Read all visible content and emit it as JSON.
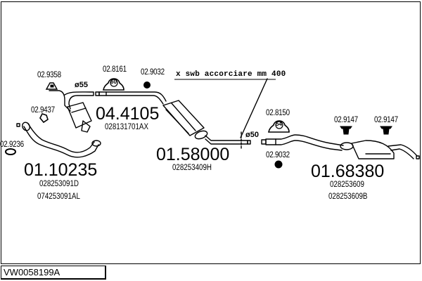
{
  "diagram": {
    "code": "VW0058199A",
    "main_parts": [
      {
        "id": "front_pipe",
        "part_number": "01.10235",
        "oem": [
          "028253091D",
          "074253091AL"
        ]
      },
      {
        "id": "catalyst",
        "part_number": "04.4105",
        "oem": [
          "028131701AX"
        ]
      },
      {
        "id": "middle_silencer",
        "part_number": "01.58000",
        "oem": [
          "028253409H"
        ]
      },
      {
        "id": "rear_silencer",
        "part_number": "01.68380",
        "oem": [
          "028253609",
          "028253609B"
        ]
      }
    ],
    "accessories": {
      "gasket_front": "02.9236",
      "flange_gasket": "02.9437",
      "mount_rubber_a": "02.9358",
      "clamp_60": "02.8161",
      "clamp_60_size": "60",
      "nut_a": "02.9032",
      "clamp_54": "02.8150",
      "clamp_54_size": "54",
      "nut_b": "02.9032",
      "hanger_1": "02.9147",
      "hanger_2": "02.9147"
    },
    "annotations": {
      "diameter_front": "ø55",
      "diameter_middle": "ø50",
      "swb_note": "x  swb  accorciare  mm  400"
    }
  }
}
